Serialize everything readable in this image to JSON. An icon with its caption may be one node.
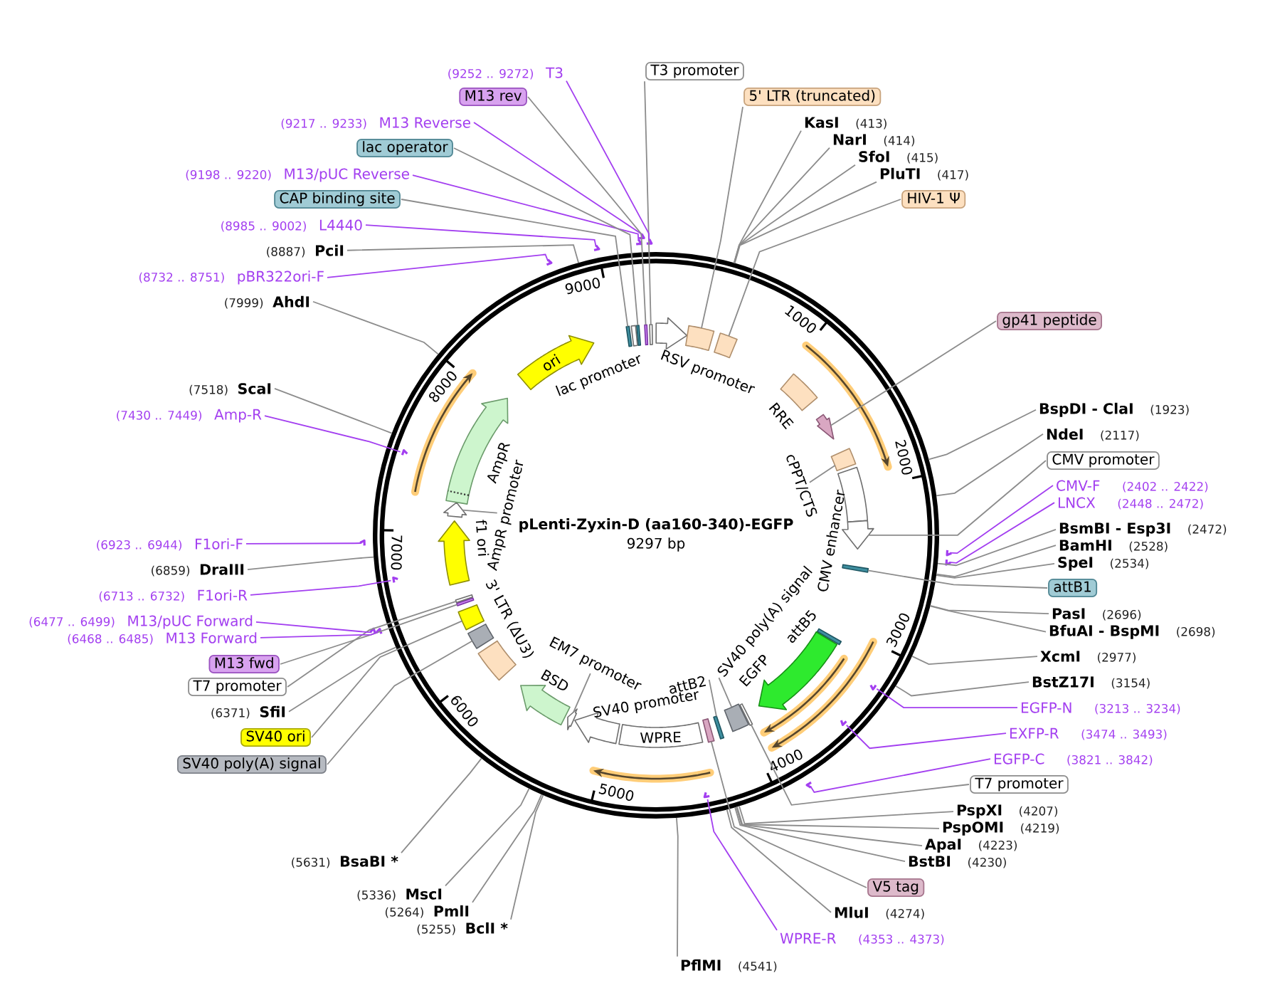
{
  "diagram": {
    "nodes": [
      {
        "text": [
          "pLenti-Zyxin-D (aa160-340)-EGFP",
          "9297 bp"
        ]
      },
      {
        "text": [],
        "shape": "arrow",
        "in": 0,
        "beside": [
          "RSV promoter"
        ]
      },
      {
        "text": [],
        "shape": "box",
        "in": 0
      },
      {
        "text": [],
        "shape": "box",
        "in": 0
      },
      {
        "text": [],
        "shape": "box",
        "in": 0,
        "beside": [
          "RRE"
        ]
      },
      {
        "text": [],
        "shape": "arrow",
        "in": 0
      },
      {
        "text": [],
        "shape": "box",
        "in": 0
      },
      {
        "text": [],
        "shape": "box",
        "in": 0,
        "beside": [
          "CMV enhancer"
        ]
      },
      {
        "text": [],
        "shape": "arrow",
        "in": 0
      },
      {
        "text": [],
        "shape": "box",
        "in": 0
      },
      {
        "text": [],
        "shape": "box",
        "in": 0,
        "beside": [
          "attB5"
        ]
      },
      {
        "text": [],
        "shape": "arrow",
        "in": 0,
        "beside": [
          "EGFP"
        ]
      },
      {
        "text": [],
        "shape": "box",
        "in": 0
      },
      {
        "text": [],
        "shape": "box",
        "in": 0
      },
      {
        "text": [],
        "shape": "box",
        "in": 0
      },
      {
        "text": [],
        "shape": "box",
        "in": 0
      },
      {
        "text": [
          "WPRE"
        ],
        "in": 0
      },
      {
        "text": [],
        "shape": "arrow",
        "in": 0,
        "beside": [
          "SV40 promoter"
        ]
      },
      {
        "text": [],
        "shape": "arrow",
        "in": 0
      },
      {
        "text": [],
        "shape": "arrow",
        "in": 0,
        "beside": [
          "BSD"
        ]
      },
      {
        "text": [],
        "shape": "box",
        "in": 0,
        "beside": [
          "3' LTR (ΔU3)"
        ]
      },
      {
        "text": [],
        "shape": "box",
        "in": 0
      },
      {
        "text": [],
        "shape": "box",
        "in": 0
      },
      {
        "text": [],
        "shape": "box",
        "in": 0
      },
      {
        "text": [],
        "shape": "box",
        "in": 0
      },
      {
        "text": [],
        "shape": "arrow",
        "in": 0,
        "beside": [
          "f1 ori"
        ]
      },
      {
        "text": [],
        "shape": "arrow",
        "in": 0
      },
      {
        "text": [],
        "shape": "arrow",
        "in": 0,
        "beside": [
          "AmpR"
        ]
      },
      {
        "text": [
          "ori"
        ],
        "in": 0
      },
      {
        "text": [],
        "shape": "box",
        "in": 0
      },
      {
        "text": [],
        "shape": "box",
        "in": 0
      },
      {
        "text": [],
        "shape": "box",
        "in": 0
      },
      {
        "text": [],
        "shape": "box",
        "in": 0
      },
      {
        "text": [],
        "shape": "box",
        "in": 0
      },
      {
        "text": [],
        "shape": "arrow"
      },
      {
        "text": [],
        "shape": "arrow"
      },
      {
        "text": [],
        "shape": "arrow",
        "in": 0
      },
      {
        "text": [],
        "shape": "arrow",
        "in": 0
      },
      {
        "text": [],
        "shape": "arrow"
      },
      {
        "text": [],
        "shape": "arrow",
        "in": 0
      },
      {
        "text": [],
        "shape": "arrow"
      },
      {
        "text": [],
        "shape": "arrow"
      },
      {
        "text": [],
        "shape": "arrow",
        "in": 0
      },
      {
        "text": [],
        "shape": "arrow"
      },
      {
        "text": [],
        "shape": "arrow",
        "in": 0
      },
      {
        "text": [],
        "shape": "arrow"
      },
      {
        "text": [],
        "shape": "arrow"
      },
      {
        "text": [],
        "shape": "arrow"
      },
      {
        "text": [],
        "shape": "arrow"
      },
      {
        "text": [],
        "shape": "arrow"
      },
      {
        "text": [
          "cPPT/CTS"
        ],
        "in": 0
      },
      {
        "text": [
          "SV40 poly(A) signal"
        ],
        "in": 0
      },
      {
        "text": [
          "attB2"
        ],
        "in": 0
      },
      {
        "text": [
          "AmpR promoter"
        ],
        "in": 0
      },
      {
        "text": [
          "T3 promoter"
        ]
      },
      {
        "text": [
          "5' LTR (truncated)"
        ]
      },
      {
        "text": [
          "KasI",
          "(413)"
        ]
      },
      {
        "text": [
          "NarI",
          "(414)"
        ]
      },
      {
        "text": [
          "SfoI",
          "(415)"
        ]
      },
      {
        "text": [
          "PluTI",
          "(417)"
        ]
      },
      {
        "text": [
          "HIV-1 Ψ"
        ]
      },
      {
        "text": [
          "gp41 peptide"
        ]
      },
      {
        "text": [
          "BspDI - ClaI",
          "(1923)"
        ]
      },
      {
        "text": [
          "NdeI",
          "(2117)"
        ]
      },
      {
        "text": [
          "CMV promoter"
        ]
      },
      {
        "text": [
          "CMV-F",
          "(2402 .. 2422)"
        ]
      },
      {
        "text": [
          "LNCX",
          "(2448 .. 2472)"
        ]
      },
      {
        "text": [
          "BsmBI - Esp3I",
          "(2472)"
        ]
      },
      {
        "text": [
          "BamHI",
          "(2528)"
        ]
      },
      {
        "text": [
          "SpeI",
          "(2534)"
        ]
      },
      {
        "text": [
          "attB1"
        ]
      },
      {
        "text": [
          "PasI",
          "(2696)"
        ]
      },
      {
        "text": [
          "BfuAI - BspMI",
          "(2698)"
        ]
      },
      {
        "text": [
          "XcmI",
          "(2977)"
        ]
      },
      {
        "text": [
          "BstZ17I",
          "(3154)"
        ]
      },
      {
        "text": [
          "EGFP-N",
          "(3213 .. 3234)"
        ]
      },
      {
        "text": [
          "EXFP-R",
          "(3474 .. 3493)"
        ]
      },
      {
        "text": [
          "EGFP-C",
          "(3821 .. 3842)"
        ]
      },
      {
        "text": [
          "T7 promoter"
        ]
      },
      {
        "text": [
          "PspXI",
          "(4207)"
        ]
      },
      {
        "text": [
          "PspOMI",
          "(4219)"
        ]
      },
      {
        "text": [
          "ApaI",
          "(4223)"
        ]
      },
      {
        "text": [
          "BstBI",
          "(4230)"
        ]
      },
      {
        "text": [
          "V5 tag"
        ]
      },
      {
        "text": [
          "MluI",
          "(4274)"
        ]
      },
      {
        "text": [
          "WPRE-R",
          "(4353 .. 4373)"
        ]
      },
      {
        "text": [
          "PflMI",
          "(4541)"
        ]
      },
      {
        "text": [
          "(5255)",
          "BclI *"
        ]
      },
      {
        "text": [
          "(5264)",
          "PmlI"
        ]
      },
      {
        "text": [
          "(5336)",
          "MscI"
        ]
      },
      {
        "text": [
          "(5631)",
          "BsaBI *"
        ]
      },
      {
        "text": [
          "SV40 poly(A) signal"
        ]
      },
      {
        "text": [
          "SV40 ori"
        ]
      },
      {
        "text": [
          "(6371)",
          "SfiI"
        ]
      },
      {
        "text": [
          "T7 promoter"
        ]
      },
      {
        "text": [
          "M13 fwd"
        ]
      },
      {
        "text": [
          "(6468 .. 6485)",
          "M13 Forward"
        ]
      },
      {
        "text": [
          "(6477 .. 6499)",
          "M13/pUC Forward"
        ]
      },
      {
        "text": [
          "(6713 .. 6732)",
          "F1ori-R"
        ]
      },
      {
        "text": [
          "(6859)",
          "DraIII"
        ]
      },
      {
        "text": [
          "(6923 .. 6944)",
          "F1ori-F"
        ]
      },
      {
        "text": [
          "(7430 .. 7449)",
          "Amp-R"
        ]
      },
      {
        "text": [
          "(7518)",
          "ScaI"
        ]
      },
      {
        "text": [
          "(7999)",
          "AhdI"
        ]
      },
      {
        "text": [
          "(8732 .. 8751)",
          "pBR322ori-F"
        ]
      },
      {
        "text": [
          "(8887)",
          "PciI"
        ]
      },
      {
        "text": [
          "(8985 .. 9002)",
          "L4440"
        ]
      },
      {
        "text": [
          "CAP binding site"
        ]
      },
      {
        "text": [
          "(9198 .. 9220)",
          "M13/pUC Reverse"
        ]
      },
      {
        "text": [
          "lac operator"
        ]
      },
      {
        "text": [
          "(9217 .. 9233)",
          "M13 Reverse"
        ]
      },
      {
        "text": [
          "M13 rev"
        ]
      },
      {
        "text": [
          "(9252 .. 9272)",
          "T3"
        ]
      },
      {
        "text": [
          "EM7 promoter"
        ],
        "in": 0
      }
    ],
    "edges": [
      {
        "from": 54,
        "to": 33,
        "arrow": "none"
      },
      {
        "from": 55,
        "to": 2,
        "arrow": "none"
      },
      {
        "from": 56,
        "to": 0,
        "arrow": "none"
      },
      {
        "from": 57,
        "to": 0,
        "arrow": "none"
      },
      {
        "from": 58,
        "to": 0,
        "arrow": "none"
      },
      {
        "from": 59,
        "to": 0,
        "arrow": "none"
      },
      {
        "from": 60,
        "to": 3,
        "arrow": "none"
      },
      {
        "from": 61,
        "to": 5,
        "arrow": "none"
      },
      {
        "from": 62,
        "to": 0,
        "arrow": "none"
      },
      {
        "from": 63,
        "to": 0,
        "arrow": "none"
      },
      {
        "from": 64,
        "to": 8,
        "arrow": "none"
      },
      {
        "from": 65,
        "to": 34,
        "arrow": "none",
        "color": "#a33ff0"
      },
      {
        "from": 66,
        "to": 35,
        "arrow": "none",
        "color": "#a33ff0"
      },
      {
        "from": 67,
        "to": 0,
        "arrow": "none"
      },
      {
        "from": 68,
        "to": 0,
        "arrow": "none"
      },
      {
        "from": 69,
        "to": 0,
        "arrow": "none"
      },
      {
        "from": 70,
        "to": 9,
        "arrow": "none"
      },
      {
        "from": 71,
        "to": 0,
        "arrow": "none"
      },
      {
        "from": 72,
        "to": 0,
        "arrow": "none"
      },
      {
        "from": 73,
        "to": 0,
        "arrow": "none"
      },
      {
        "from": 74,
        "to": 0,
        "arrow": "none"
      },
      {
        "from": 75,
        "to": 36,
        "arrow": "none",
        "color": "#a33ff0"
      },
      {
        "from": 76,
        "to": 37,
        "arrow": "none",
        "color": "#a33ff0"
      },
      {
        "from": 77,
        "to": 38,
        "arrow": "none",
        "color": "#a33ff0"
      },
      {
        "from": 78,
        "to": 12,
        "arrow": "none"
      },
      {
        "from": 79,
        "to": 0,
        "arrow": "none"
      },
      {
        "from": 80,
        "to": 0,
        "arrow": "none"
      },
      {
        "from": 81,
        "to": 0,
        "arrow": "none"
      },
      {
        "from": 82,
        "to": 0,
        "arrow": "none"
      },
      {
        "from": 83,
        "to": 15,
        "arrow": "none"
      },
      {
        "from": 84,
        "to": 0,
        "arrow": "none"
      },
      {
        "from": 85,
        "to": 39,
        "arrow": "none",
        "color": "#a33ff0"
      },
      {
        "from": 86,
        "to": 0,
        "arrow": "none"
      },
      {
        "from": 87,
        "to": 0,
        "arrow": "none"
      },
      {
        "from": 88,
        "to": 0,
        "arrow": "none"
      },
      {
        "from": 89,
        "to": 0,
        "arrow": "none"
      },
      {
        "from": 90,
        "to": 0,
        "arrow": "none"
      },
      {
        "from": 91,
        "to": 21,
        "arrow": "none"
      },
      {
        "from": 92,
        "to": 22,
        "arrow": "none"
      },
      {
        "from": 93,
        "to": 0,
        "arrow": "none"
      },
      {
        "from": 94,
        "to": 24,
        "arrow": "none"
      },
      {
        "from": 95,
        "to": 23,
        "arrow": "none"
      },
      {
        "from": 96,
        "to": 40,
        "arrow": "none",
        "color": "#a33ff0"
      },
      {
        "from": 97,
        "to": 41,
        "arrow": "none",
        "color": "#a33ff0"
      },
      {
        "from": 98,
        "to": 42,
        "arrow": "none",
        "color": "#a33ff0"
      },
      {
        "from": 99,
        "to": 0,
        "arrow": "none"
      },
      {
        "from": 100,
        "to": 43,
        "arrow": "none",
        "color": "#a33ff0"
      },
      {
        "from": 101,
        "to": 44,
        "arrow": "none",
        "color": "#a33ff0"
      },
      {
        "from": 102,
        "to": 0,
        "arrow": "none"
      },
      {
        "from": 103,
        "to": 0,
        "arrow": "none"
      },
      {
        "from": 104,
        "to": 45,
        "arrow": "none",
        "color": "#a33ff0"
      },
      {
        "from": 105,
        "to": 0,
        "arrow": "none"
      },
      {
        "from": 106,
        "to": 46,
        "arrow": "none",
        "color": "#a33ff0"
      },
      {
        "from": 107,
        "to": 29,
        "arrow": "none"
      },
      {
        "from": 108,
        "to": 47,
        "arrow": "none",
        "color": "#a33ff0"
      },
      {
        "from": 109,
        "to": 31,
        "arrow": "none"
      },
      {
        "from": 110,
        "to": 48,
        "arrow": "none",
        "color": "#a33ff0"
      },
      {
        "from": 111,
        "to": 32,
        "arrow": "none"
      },
      {
        "from": 112,
        "to": 49,
        "arrow": "none",
        "color": "#a33ff0"
      },
      {
        "from": 50,
        "to": 6,
        "arrow": "none"
      },
      {
        "from": 51,
        "to": 13,
        "arrow": "none"
      },
      {
        "from": 52,
        "to": 14,
        "arrow": "none"
      },
      {
        "from": 53,
        "to": 26,
        "arrow": "none"
      },
      {
        "from": 113,
        "to": 18,
        "arrow": "none"
      }
    ],
    "labels": [
      "1000",
      "2000",
      "3000",
      "4000",
      "5000",
      "6000",
      "7000",
      "8000",
      "9000",
      "lac promoter"
    ]
  }
}
